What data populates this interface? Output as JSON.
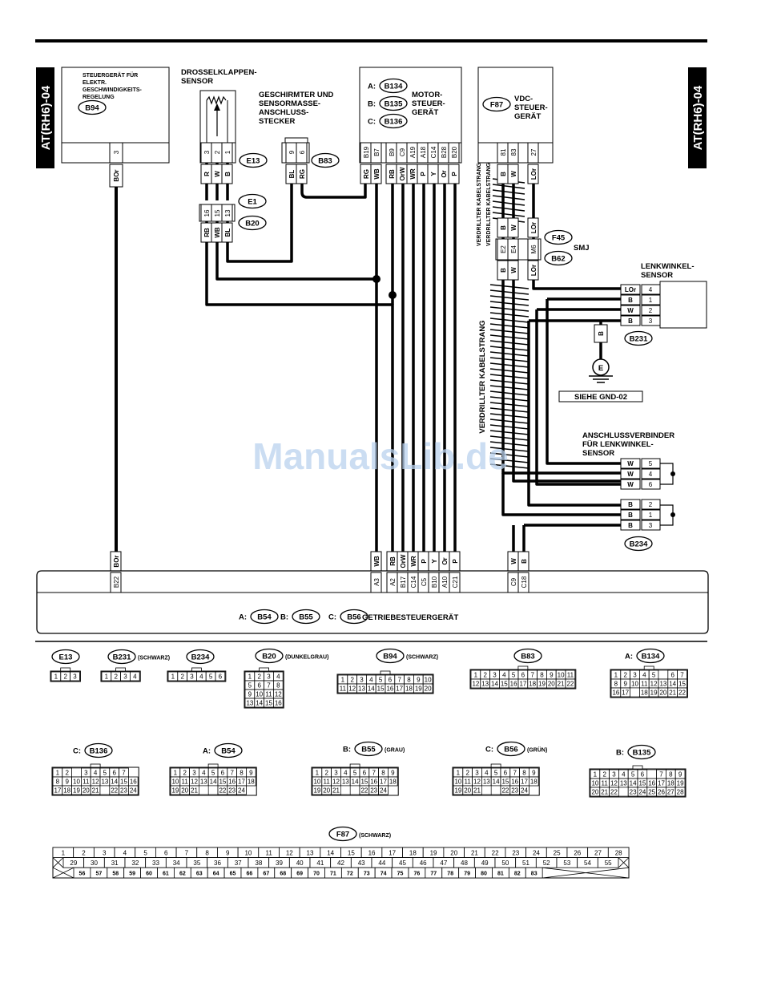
{
  "side_tag": "AT(RH6)-04",
  "watermark": "ManualsLib.de",
  "components": {
    "geschw": {
      "title": [
        "STEUERGERÄT FÜR",
        "ELEKTR.",
        "GESCHWINDIGKEITS-",
        "REGELUNG"
      ],
      "connector": "B94",
      "pins": [
        "3"
      ],
      "wires": [
        "BOr"
      ]
    },
    "drossel": {
      "title": [
        "DROSSELKLAPPEN-",
        "SENSOR"
      ],
      "connector": "E13",
      "pins": [
        "3",
        "2",
        "1"
      ],
      "wires": [
        "R",
        "W",
        "B"
      ]
    },
    "e1b20": {
      "connectors": [
        "E1",
        "B20"
      ],
      "pins": [
        "16",
        "15",
        "13"
      ],
      "wires": [
        "RB",
        "WB",
        "BL"
      ]
    },
    "gnd": {
      "title": [
        "GESCHIRMTER UND",
        "SENSORMASSE-",
        "ANSCHLUSS-",
        "STECKER"
      ],
      "connector": "B83",
      "pins": [
        "9",
        "6"
      ],
      "wires": [
        "BL",
        "RG"
      ]
    },
    "motor": {
      "title": [
        "MOTOR-",
        "STEUER-",
        "GERÄT"
      ],
      "connectors": [
        {
          "prefix": "A:",
          "name": "B134"
        },
        {
          "prefix": "B:",
          "name": "B135"
        },
        {
          "prefix": "C:",
          "name": "B136"
        }
      ],
      "pins": [
        "B19",
        "B7",
        "B9",
        "C9",
        "A19",
        "A18",
        "C14",
        "B28",
        "B20"
      ],
      "wires": [
        "RG",
        "WB",
        "RB",
        "OrW",
        "WR",
        "P",
        "Y",
        "Or",
        "P"
      ]
    },
    "vdc": {
      "title": [
        "VDC-",
        "STEUER-",
        "GERÄT"
      ],
      "connector": "F87",
      "pins": [
        "81",
        "83",
        "27"
      ],
      "wires": [
        "B",
        "W",
        "LOr"
      ]
    },
    "smj": {
      "label": "SMJ",
      "connectors": [
        "F45",
        "B62"
      ],
      "pins": [
        "E2",
        "E4",
        "M6"
      ],
      "wires_top": [
        "B",
        "W",
        "LOr"
      ],
      "wires_bottom": [
        "B",
        "W",
        "LOr"
      ]
    },
    "lenk": {
      "title": [
        "LENKWINKEL-",
        "SENSOR"
      ],
      "connector": "B231",
      "rows": [
        {
          "wire": "LOr",
          "pin": "4"
        },
        {
          "wire": "B",
          "pin": "1"
        },
        {
          "wire": "W",
          "pin": "2"
        },
        {
          "wire": "B",
          "pin": "3"
        }
      ],
      "ground_wire": "B",
      "ground_symbol": "E",
      "ground_ref": "SIEHE GND-02"
    },
    "ansch": {
      "title": [
        "ANSCHLUSSVERBINDER",
        "FÜR LENKWINKEL-",
        "SENSOR"
      ],
      "connector": "B234",
      "rows": [
        {
          "wire": "W",
          "pin": "5"
        },
        {
          "wire": "W",
          "pin": "4"
        },
        {
          "wire": "W",
          "pin": "6"
        },
        {
          "wire": "B",
          "pin": "2"
        },
        {
          "wire": "B",
          "pin": "1"
        },
        {
          "wire": "B",
          "pin": "3"
        }
      ]
    },
    "twisted1": "VERDRILLTER KABELSTRANG",
    "twisted2": "VERDRILLTER KABELSTRANG"
  },
  "tcu": {
    "label_parts": [
      {
        "prefix": "A:",
        "name": "B54"
      },
      {
        "prefix": "B:",
        "name": "B55"
      },
      {
        "prefix": "C:",
        "name": "B56"
      }
    ],
    "label": "GETRIEBESTEUERGERÄT",
    "pins": [
      {
        "wire": "BOr",
        "pin": "B22"
      },
      {
        "wire": "WB",
        "pin": "A3"
      },
      {
        "wire": "RB",
        "pin": "A2"
      },
      {
        "wire": "OrW",
        "pin": "B17"
      },
      {
        "wire": "WR",
        "pin": "C14"
      },
      {
        "wire": "P",
        "pin": "C5"
      },
      {
        "wire": "Y",
        "pin": "B10"
      },
      {
        "wire": "Or",
        "pin": "A10"
      },
      {
        "wire": "P",
        "pin": "C21"
      },
      {
        "wire": "W",
        "pin": "C9"
      },
      {
        "wire": "B",
        "pin": "C18"
      }
    ]
  },
  "connector_views": [
    {
      "name": "E13",
      "prefix": "",
      "note": "",
      "rows": [
        [
          "1",
          "2",
          "3"
        ]
      ]
    },
    {
      "name": "B231",
      "prefix": "",
      "note": "(SCHWARZ)",
      "rows": [
        [
          "1",
          "2",
          "3",
          "4"
        ]
      ]
    },
    {
      "name": "B234",
      "prefix": "",
      "note": "",
      "rows": [
        [
          "1",
          "2",
          "3",
          "4",
          "5",
          "6"
        ]
      ]
    },
    {
      "name": "B20",
      "prefix": "",
      "note": "(DUNKELGRAU)",
      "rows": [
        [
          "1",
          "2",
          "3",
          "4"
        ],
        [
          "5",
          "6",
          "7",
          "8"
        ],
        [
          "9",
          "10",
          "11",
          "12"
        ],
        [
          "13",
          "14",
          "15",
          "16"
        ]
      ]
    },
    {
      "name": "B94",
      "prefix": "",
      "note": "(SCHWARZ)",
      "rows": [
        [
          "1",
          "2",
          "3",
          "4",
          "5",
          "6",
          "7",
          "8",
          "9",
          "10"
        ],
        [
          "11",
          "12",
          "13",
          "14",
          "15",
          "16",
          "17",
          "18",
          "19",
          "20"
        ]
      ]
    },
    {
      "name": "B83",
      "prefix": "",
      "note": "",
      "rows": [
        [
          "1",
          "2",
          "3",
          "4",
          "5",
          "6",
          "7",
          "8",
          "9",
          "10",
          "11"
        ],
        [
          "12",
          "13",
          "14",
          "15",
          "16",
          "17",
          "18",
          "19",
          "20",
          "21",
          "22"
        ]
      ]
    },
    {
      "name": "B134",
      "prefix": "A:",
      "note": "",
      "rows": [
        [
          "1",
          "2",
          "3",
          "4",
          "5",
          "",
          "6",
          "7"
        ],
        [
          "8",
          "9",
          "10",
          "11",
          "12",
          "13",
          "14",
          "15"
        ],
        [
          "16",
          "17",
          "",
          "18",
          "19",
          "20",
          "21",
          "22"
        ]
      ]
    },
    {
      "name": "B136",
      "prefix": "C:",
      "note": "",
      "rows": [
        [
          "1",
          "2",
          "",
          "3",
          "4",
          "5",
          "6",
          "7"
        ],
        [
          "8",
          "9",
          "10",
          "11",
          "12",
          "13",
          "14",
          "15",
          "16"
        ],
        [
          "17",
          "18",
          "19",
          "20",
          "21",
          "",
          "22",
          "23",
          "24"
        ]
      ]
    },
    {
      "name": "B54",
      "prefix": "A:",
      "note": "",
      "rows": [
        [
          "1",
          "2",
          "3",
          "4",
          "5",
          "6",
          "7",
          "8",
          "9"
        ],
        [
          "10",
          "11",
          "12",
          "13",
          "14",
          "15",
          "16",
          "17",
          "18"
        ],
        [
          "19",
          "20",
          "21",
          "",
          "",
          "22",
          "23",
          "24"
        ]
      ]
    },
    {
      "name": "B55",
      "prefix": "B:",
      "note": "(GRAU)",
      "rows": [
        [
          "1",
          "2",
          "3",
          "4",
          "5",
          "6",
          "7",
          "8",
          "9"
        ],
        [
          "10",
          "11",
          "12",
          "13",
          "14",
          "15",
          "16",
          "17",
          "18"
        ],
        [
          "19",
          "20",
          "21",
          "",
          "",
          "22",
          "23",
          "24"
        ]
      ]
    },
    {
      "name": "B56",
      "prefix": "C:",
      "note": "(GRÜN)",
      "rows": [
        [
          "1",
          "2",
          "3",
          "4",
          "5",
          "6",
          "7",
          "8",
          "9"
        ],
        [
          "10",
          "11",
          "12",
          "13",
          "14",
          "15",
          "16",
          "17",
          "18"
        ],
        [
          "19",
          "20",
          "21",
          "",
          "",
          "22",
          "23",
          "24"
        ]
      ]
    },
    {
      "name": "B135",
      "prefix": "B:",
      "note": "",
      "rows": [
        [
          "1",
          "2",
          "3",
          "4",
          "5",
          "6",
          "",
          "7",
          "8",
          "9"
        ],
        [
          "10",
          "11",
          "12",
          "13",
          "14",
          "15",
          "16",
          "17",
          "18",
          "19"
        ],
        [
          "20",
          "21",
          "22",
          "",
          "23",
          "24",
          "25",
          "26",
          "27",
          "28"
        ]
      ]
    }
  ],
  "f87": {
    "name": "F87",
    "note": "(SCHWARZ)",
    "row1": [
      "1",
      "2",
      "3",
      "4",
      "5",
      "6",
      "7",
      "8",
      "9",
      "10",
      "11",
      "12",
      "13",
      "14",
      "15",
      "16",
      "17",
      "18",
      "19",
      "20",
      "21",
      "22",
      "23",
      "24",
      "25",
      "26",
      "27",
      "28"
    ],
    "row2": [
      "29",
      "30",
      "31",
      "32",
      "33",
      "34",
      "35",
      "36",
      "37",
      "38",
      "39",
      "40",
      "41",
      "42",
      "43",
      "44",
      "45",
      "46",
      "47",
      "48",
      "49",
      "50",
      "51",
      "52",
      "53",
      "54",
      "55"
    ],
    "row3": [
      "56",
      "57",
      "58",
      "59",
      "60",
      "61",
      "62",
      "63",
      "64",
      "65",
      "66",
      "67",
      "68",
      "69",
      "70",
      "71",
      "72",
      "73",
      "74",
      "75",
      "76",
      "77",
      "78",
      "79",
      "80",
      "81",
      "82",
      "83"
    ]
  }
}
